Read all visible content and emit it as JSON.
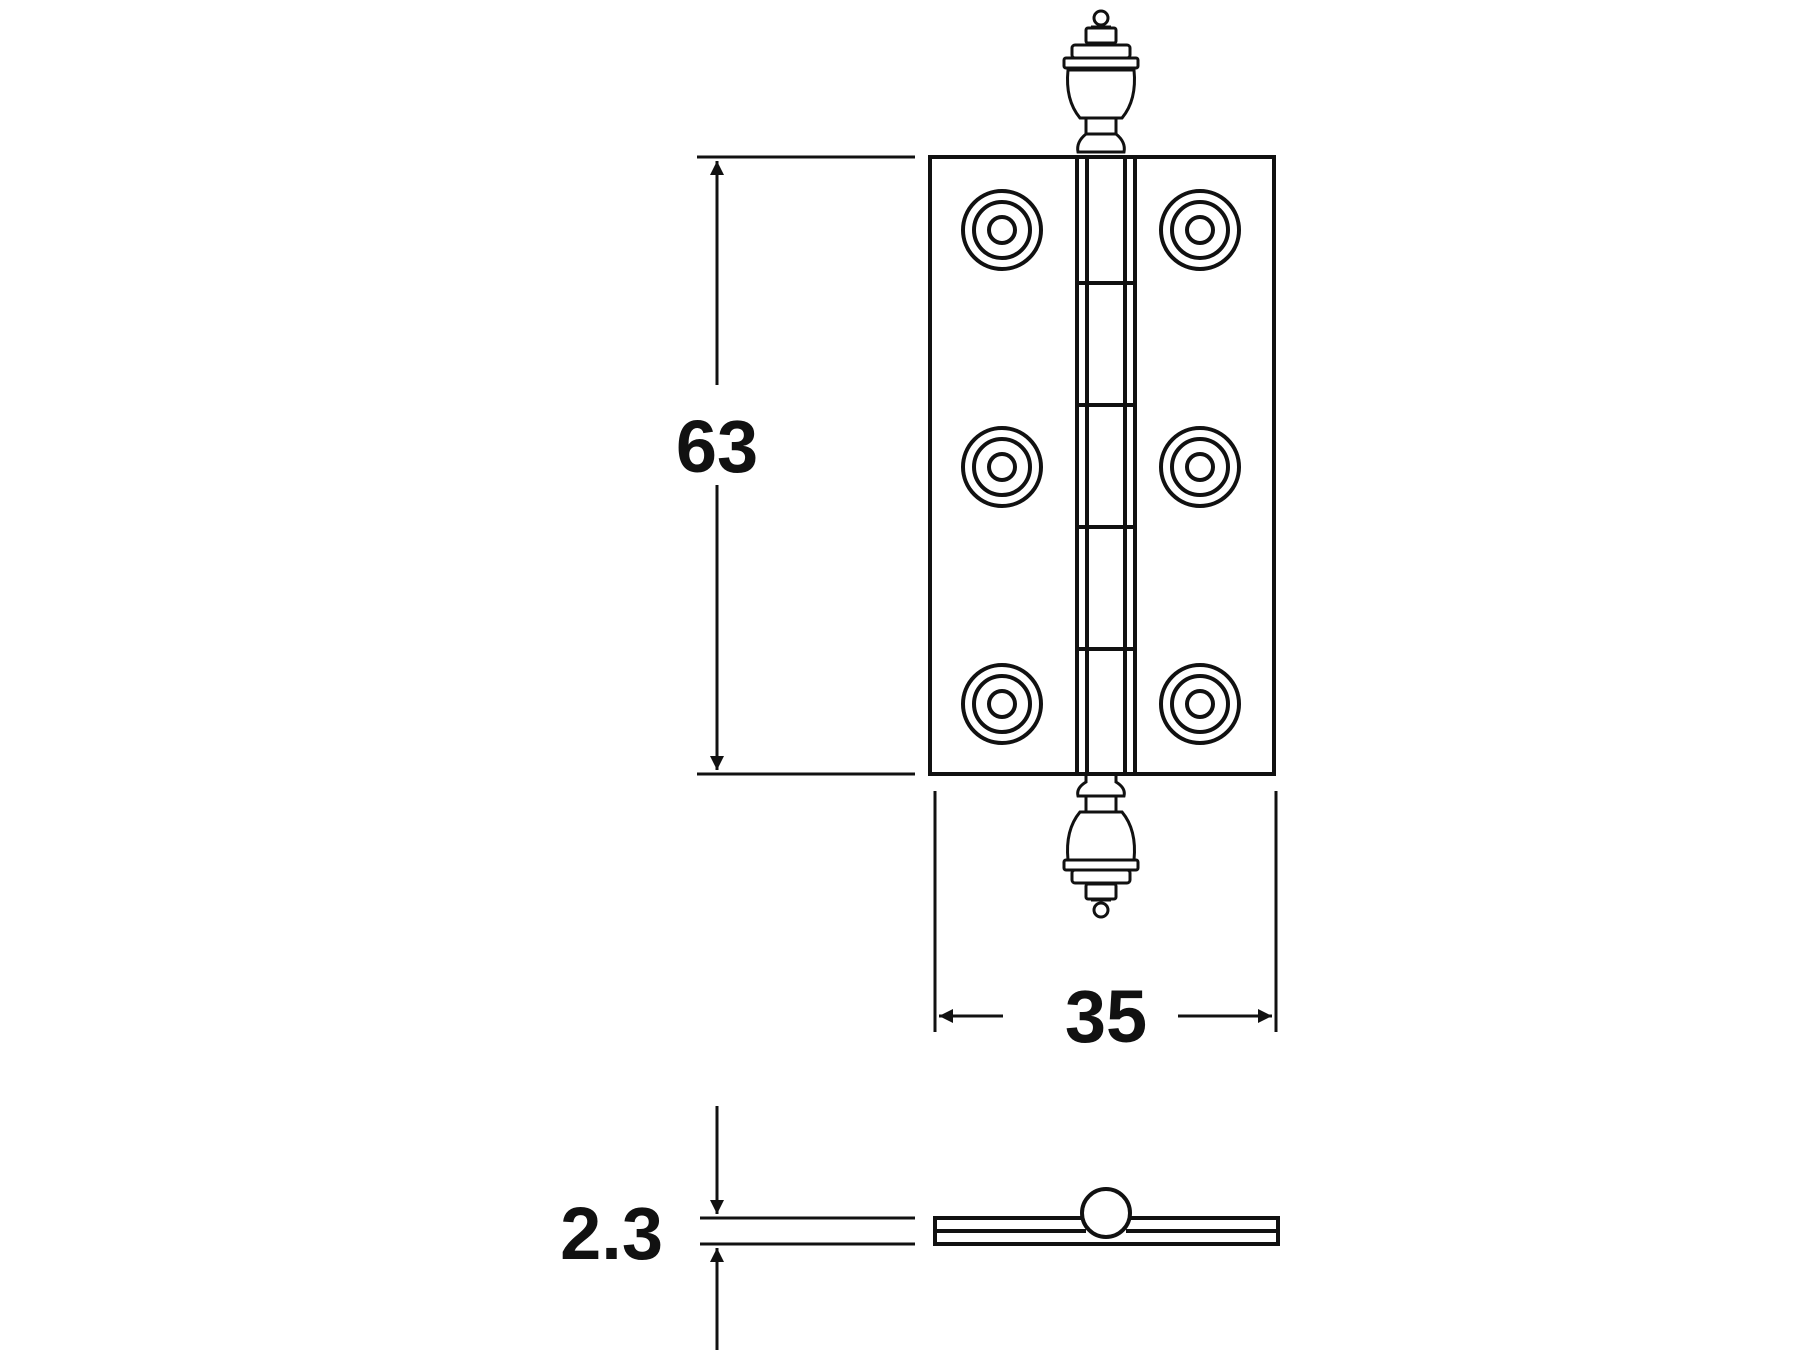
{
  "dimensions": {
    "height": "63",
    "width": "35",
    "thickness": "2.3"
  },
  "colors": {
    "line": "#111111",
    "background": "#ffffff"
  }
}
